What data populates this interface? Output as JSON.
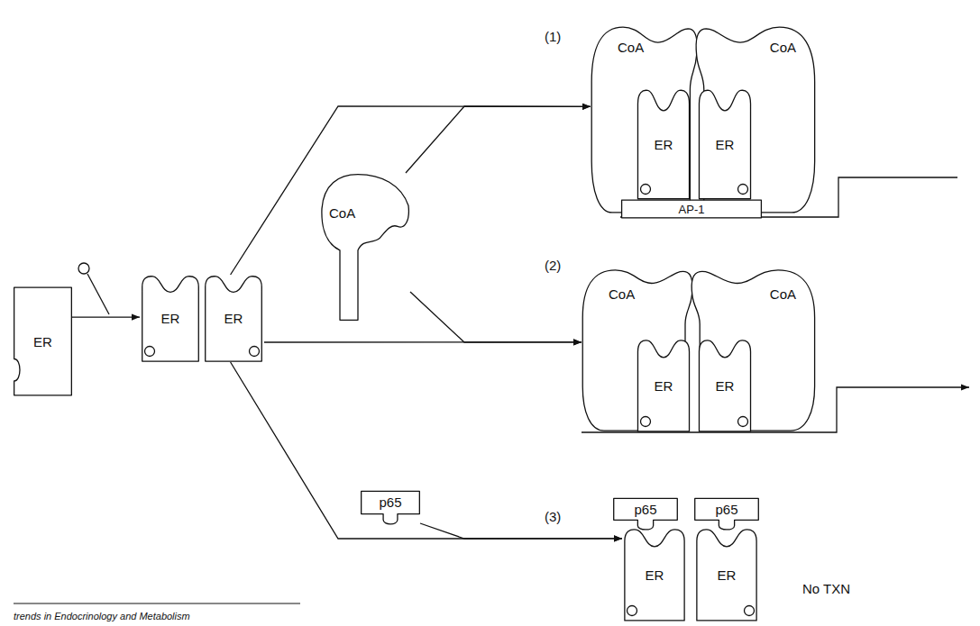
{
  "diagram": {
    "nodes": [
      {
        "text": [
          "ER"
        ]
      },
      {
        "text": [
          "ER"
        ]
      },
      {
        "text": [
          "ER"
        ]
      },
      {
        "text": [
          "CoA"
        ]
      },
      {
        "text": [
          "CoA"
        ]
      },
      {
        "text": [
          "ER"
        ]
      },
      {
        "text": [
          "ER"
        ]
      },
      {
        "text": [
          "AP-1"
        ]
      },
      {
        "text": [
          "CoA"
        ]
      },
      {
        "text": [
          "CoA"
        ]
      },
      {
        "text": [
          "CoA"
        ]
      },
      {
        "text": [
          "ER"
        ]
      },
      {
        "text": [
          "ER"
        ]
      },
      {
        "text": [
          "p65"
        ]
      },
      {
        "text": [
          "p65"
        ]
      },
      {
        "text": [
          "p65"
        ]
      },
      {
        "text": [
          "ER"
        ]
      },
      {
        "text": [
          "ER"
        ]
      }
    ],
    "edges": [
      {
        "from": 0,
        "to": 1,
        "arrow": "to"
      },
      {
        "from": 2,
        "to": 3,
        "arrow": "to"
      },
      {
        "from": 8,
        "to": 3,
        "arrow": "to"
      },
      {
        "from": 2,
        "to": 9,
        "arrow": "to"
      },
      {
        "from": 8,
        "to": 9,
        "arrow": "to"
      },
      {
        "from": 2,
        "to": 16,
        "arrow": "to"
      },
      {
        "from": 13,
        "to": 16,
        "arrow": "to"
      }
    ],
    "labels": [
      "(1)",
      "(2)",
      "(3)",
      "No TXN",
      "trends in Endocrinology and Metabolism"
    ]
  }
}
